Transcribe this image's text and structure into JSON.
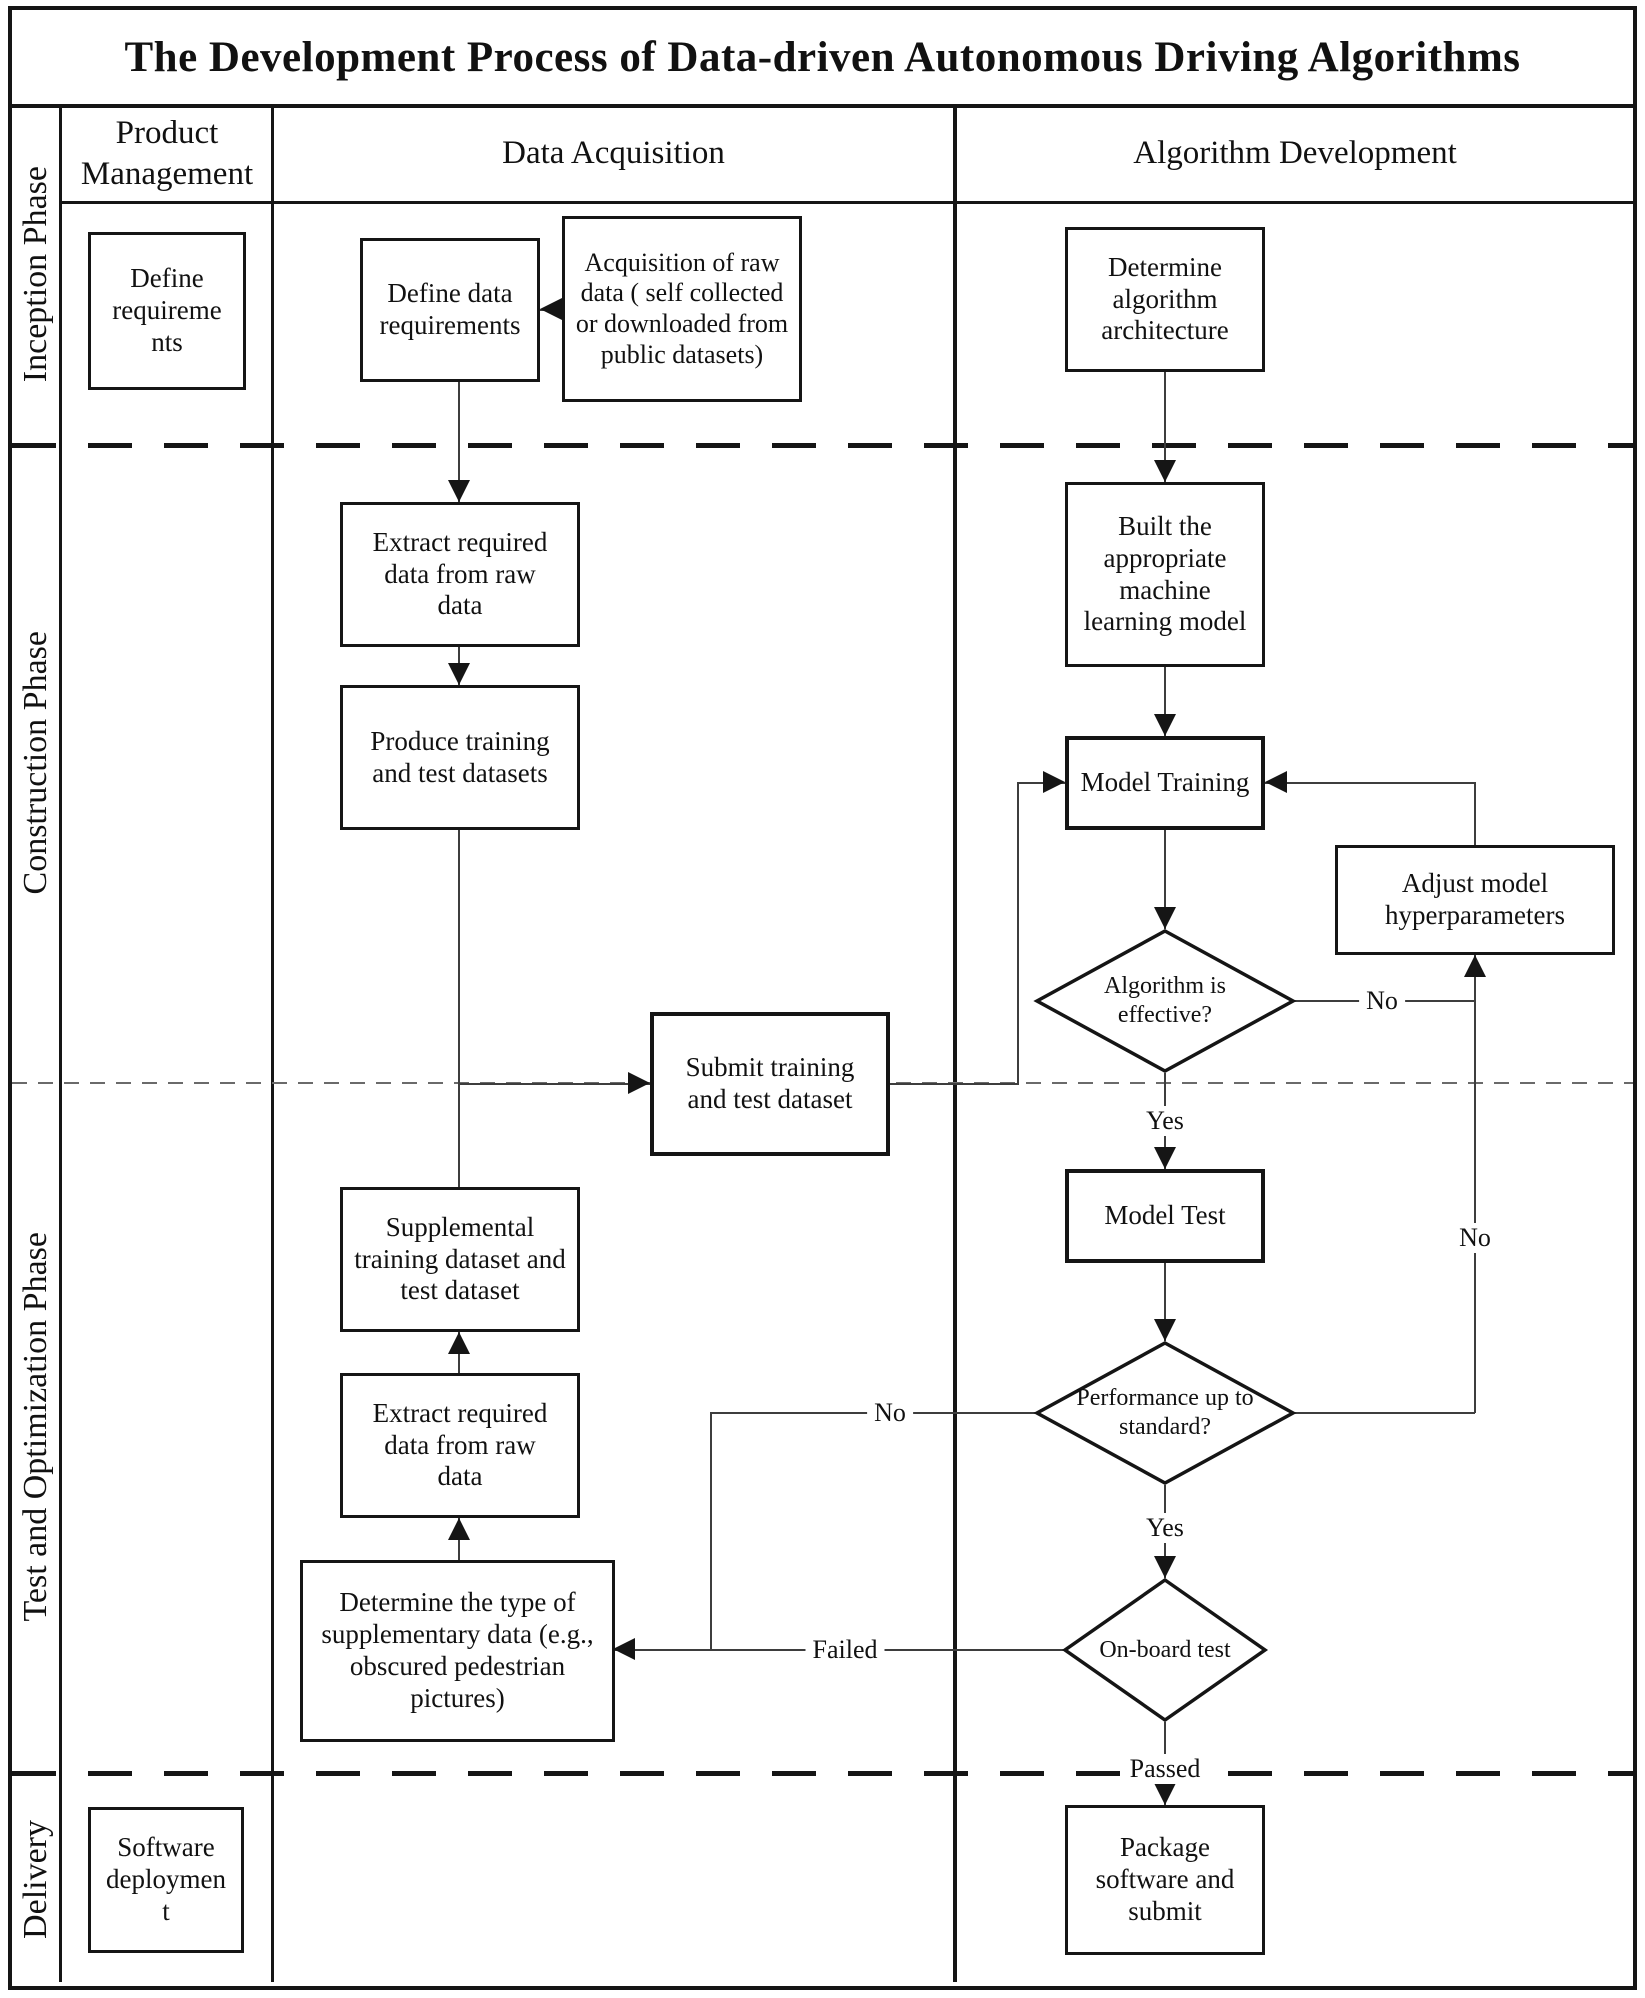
{
  "title": "The Development Process of Data-driven Autonomous Driving Algorithms",
  "columns": {
    "product_management": "Product Management",
    "data_acquisition": "Data Acquisition",
    "algorithm_development": "Algorithm Development"
  },
  "phases": {
    "inception": "Inception Phase",
    "construction": "Construction Phase",
    "test_optimization": "Test and Optimization Phase",
    "delivery": "Delivery"
  },
  "nodes": {
    "define_requirements": "Define requirements",
    "define_data_requirements": "Define data requirements",
    "acquisition_raw_data": "Acquisition of raw data ( self collected or downloaded from public datasets)",
    "determine_algorithm_architecture": "Determine algorithm architecture",
    "extract_required_data_1": "Extract required data from raw data",
    "produce_datasets": "Produce training and test datasets",
    "built_ml_model": "Built the appropriate machine learning model",
    "model_training": "Model Training",
    "adjust_hyperparameters": "Adjust model hyperparameters",
    "algorithm_effective": "Algorithm is effective?",
    "submit_dataset": "Submit training and test dataset",
    "model_test": "Model Test",
    "supplemental_dataset": "Supplemental training dataset and test dataset",
    "extract_required_data_2": "Extract required data from raw data",
    "determine_supplementary_data": "Determine the type of supplementary data (e.g., obscured pedestrian pictures)",
    "performance_standard": "Performance up to standard?",
    "onboard_test": "On-board test",
    "package_software": "Package software and submit",
    "software_deployment": "Software deployment"
  },
  "edge_labels": {
    "yes_effective": "Yes",
    "yes_performance": "Yes",
    "no_effective": "No",
    "no_feedback": "No",
    "no_performance": "No",
    "failed": "Failed",
    "passed": "Passed"
  },
  "colors": {
    "border": "#151515",
    "connector": "#3d3d3d",
    "background": "#ffffff",
    "text": "#111111"
  }
}
